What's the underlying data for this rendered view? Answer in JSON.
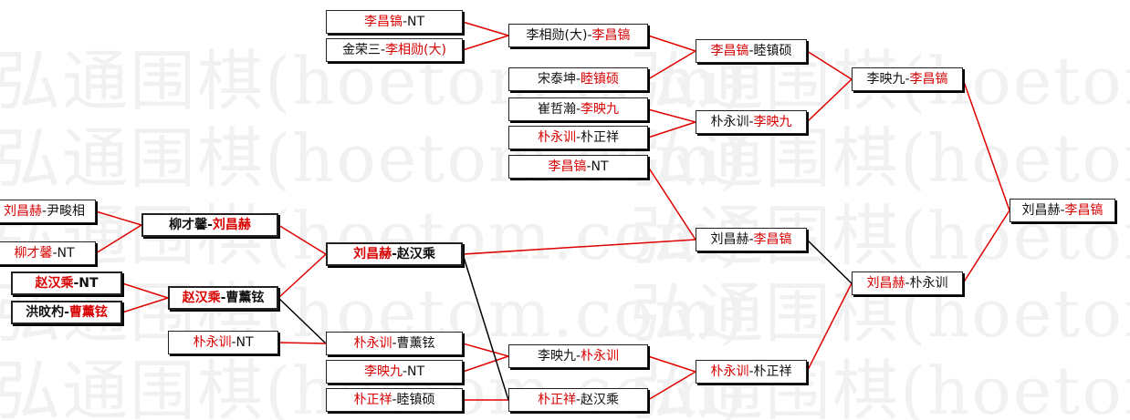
{
  "watermark": "弘通围棋(hoetom.com)",
  "colors": {
    "winner": "#d80000",
    "loser": "#111111",
    "winner_line": "#e00000",
    "loser_line": "#000000"
  },
  "matches": [
    {
      "id": "m1",
      "p1": "李昌镐",
      "p2": "NT",
      "winner": 1
    },
    {
      "id": "m2",
      "p1": "金荣三",
      "p2": "李相勋(大)",
      "winner": 2
    },
    {
      "id": "m3",
      "p1": "宋泰坤",
      "p2": "睦镇硕",
      "winner": 2
    },
    {
      "id": "m4",
      "p1": "崔哲瀚",
      "p2": "李映九",
      "winner": 2
    },
    {
      "id": "m5",
      "p1": "朴永训",
      "p2": "朴正祥",
      "winner": 1
    },
    {
      "id": "m6",
      "p1": "李昌镐",
      "p2": "NT",
      "winner": 1
    },
    {
      "id": "m7",
      "p1": "李相勋(大)",
      "p2": "李昌镐",
      "winner": 2
    },
    {
      "id": "m8",
      "p1": "李昌镐",
      "p2": "睦镇硕",
      "winner": 1
    },
    {
      "id": "m9",
      "p1": "朴永训",
      "p2": "李映九",
      "winner": 2
    },
    {
      "id": "m10",
      "p1": "李映九",
      "p2": "李昌镐",
      "winner": 2
    },
    {
      "id": "m11",
      "p1": "刘昌赫",
      "p2": "李昌镐",
      "winner": 2
    },
    {
      "id": "m12",
      "p1": "刘昌赫",
      "p2": "尹畯相",
      "winner": 1
    },
    {
      "id": "m13",
      "p1": "柳才馨",
      "p2": "NT",
      "winner": 1
    },
    {
      "id": "m14",
      "p1": "柳才馨",
      "p2": "刘昌赫",
      "winner": 2
    },
    {
      "id": "m15",
      "p1": "赵汉乘",
      "p2": "NT",
      "winner": 1
    },
    {
      "id": "m16",
      "p1": "洪旼杓",
      "p2": "曹薰铉",
      "winner": 2
    },
    {
      "id": "m17",
      "p1": "赵汉乘",
      "p2": "曹薰铉",
      "winner": 1
    },
    {
      "id": "m18",
      "p1": "刘昌赫",
      "p2": "赵汉乘",
      "winner": 1
    },
    {
      "id": "m19",
      "p1": "朴永训",
      "p2": "NT",
      "winner": 1
    },
    {
      "id": "m20",
      "p1": "朴永训",
      "p2": "曹薰铉",
      "winner": 1
    },
    {
      "id": "m21",
      "p1": "李映九",
      "p2": "NT",
      "winner": 1
    },
    {
      "id": "m22",
      "p1": "朴正祥",
      "p2": "睦镇硕",
      "winner": 1
    },
    {
      "id": "m23",
      "p1": "李映九",
      "p2": "朴永训",
      "winner": 2
    },
    {
      "id": "m24",
      "p1": "朴正祥",
      "p2": "赵汉乘",
      "winner": 1
    },
    {
      "id": "m25",
      "p1": "朴永训",
      "p2": "朴正祥",
      "winner": 1
    },
    {
      "id": "m26",
      "p1": "刘昌赫",
      "p2": "李昌镐",
      "winner": 2
    },
    {
      "id": "m27",
      "p1": "刘昌赫",
      "p2": "朴永训",
      "winner": 1
    },
    {
      "id": "m28",
      "p1": "刘昌赫",
      "p2": "李昌镐",
      "winner": 2
    }
  ],
  "links": [
    {
      "from": "m1",
      "to": "m7",
      "type": "winner"
    },
    {
      "from": "m2",
      "to": "m7",
      "type": "winner"
    },
    {
      "from": "m7",
      "to": "m8",
      "type": "winner"
    },
    {
      "from": "m3",
      "to": "m8",
      "type": "winner"
    },
    {
      "from": "m4",
      "to": "m9",
      "type": "winner"
    },
    {
      "from": "m5",
      "to": "m9",
      "type": "winner"
    },
    {
      "from": "m8",
      "to": "m10",
      "type": "winner"
    },
    {
      "from": "m9",
      "to": "m10",
      "type": "winner"
    },
    {
      "from": "m6",
      "to": "m11",
      "type": "winner"
    },
    {
      "from": "m12",
      "to": "m14",
      "type": "winner"
    },
    {
      "from": "m13",
      "to": "m14",
      "type": "winner"
    },
    {
      "from": "m15",
      "to": "m17",
      "type": "winner"
    },
    {
      "from": "m16",
      "to": "m17",
      "type": "winner"
    },
    {
      "from": "m14",
      "to": "m18",
      "type": "winner"
    },
    {
      "from": "m17",
      "to": "m18",
      "type": "winner"
    },
    {
      "from": "m18",
      "to": "m11",
      "type": "winner"
    },
    {
      "from": "m17",
      "to": "m20",
      "type": "loser"
    },
    {
      "from": "m19",
      "to": "m20",
      "type": "winner"
    },
    {
      "from": "m20",
      "to": "m23",
      "type": "winner"
    },
    {
      "from": "m21",
      "to": "m23",
      "type": "winner"
    },
    {
      "from": "m22",
      "to": "m24",
      "type": "winner"
    },
    {
      "from": "m18",
      "to": "m24",
      "type": "loser"
    },
    {
      "from": "m23",
      "to": "m25",
      "type": "winner"
    },
    {
      "from": "m24",
      "to": "m25",
      "type": "winner"
    },
    {
      "from": "m11",
      "to": "m27",
      "type": "loser"
    },
    {
      "from": "m25",
      "to": "m27",
      "type": "winner"
    },
    {
      "from": "m10",
      "to": "m28",
      "type": "winner"
    },
    {
      "from": "m27",
      "to": "m28",
      "type": "winner"
    }
  ]
}
